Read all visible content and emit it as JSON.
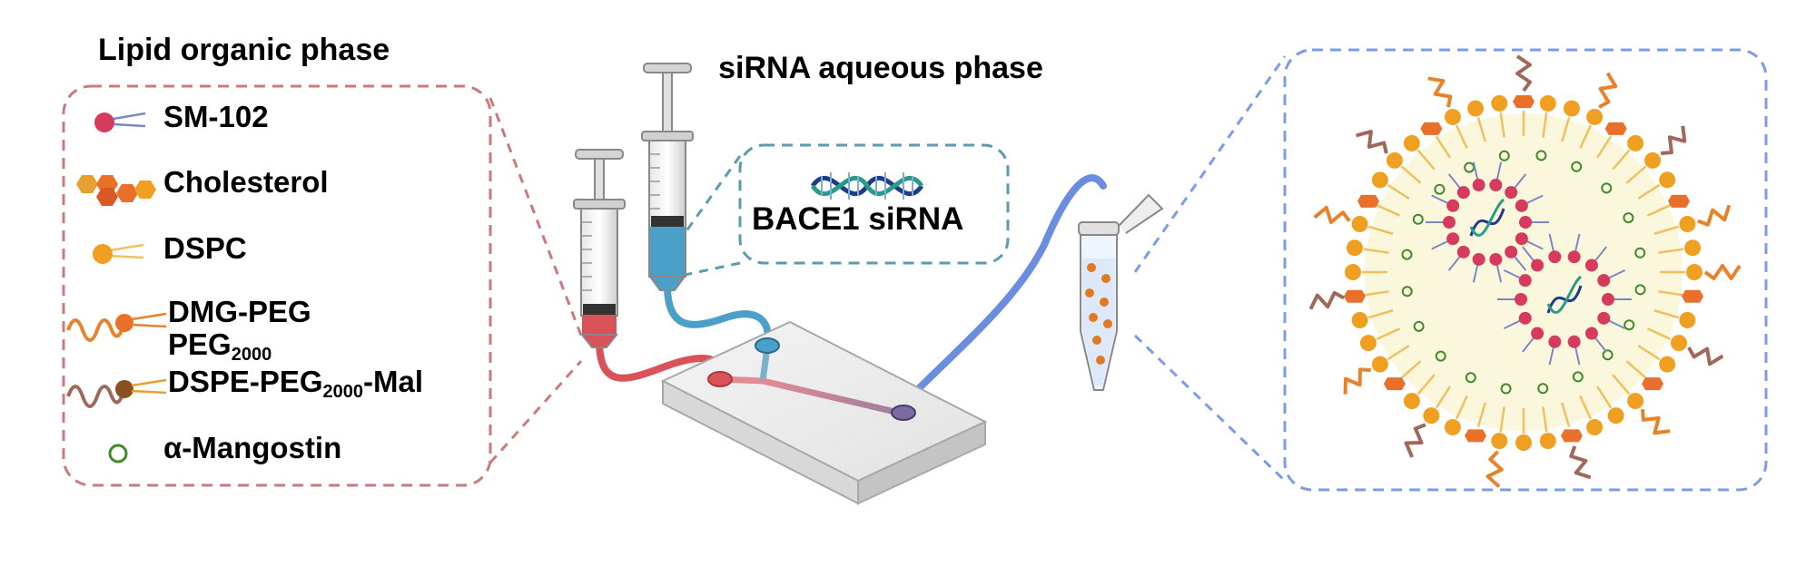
{
  "lipid_phase": {
    "title": "Lipid organic phase",
    "items": [
      {
        "label": "SM-102",
        "icon": "sm102-lipid-icon"
      },
      {
        "label": "Cholesterol",
        "icon": "cholesterol-icon"
      },
      {
        "label": "DSPC",
        "icon": "dspc-lipid-icon"
      },
      {
        "label_main": "DMG-PEG",
        "label_sub": "2000",
        "icon": "dmg-peg-icon"
      },
      {
        "label_main": "DSPE-PEG",
        "label_sub": "2000",
        "label_tail": "-Mal",
        "icon": "dspe-peg-mal-icon"
      },
      {
        "label": "α-Mangostin",
        "icon": "mangostin-icon"
      }
    ]
  },
  "aqueous_phase": {
    "title": "siRNA aqueous phase",
    "sirna_label": "BACE1 siRNA"
  },
  "colors": {
    "lipid_box_border": "#c97a7a",
    "aqueous_box_border": "#5b9ab0",
    "np_box_border": "#7c9be8",
    "sm102": "#d63a5c",
    "cholesterol": "#e8702a",
    "dspc": "#f0a020",
    "peg_tail": "#e8822a",
    "dspe_tail": "#a0685a",
    "mangostin": "#3f8a2c",
    "red_tube": "#d9525a",
    "blue_tube": "#4aa0c8",
    "out_tube": "#6a8de0"
  }
}
